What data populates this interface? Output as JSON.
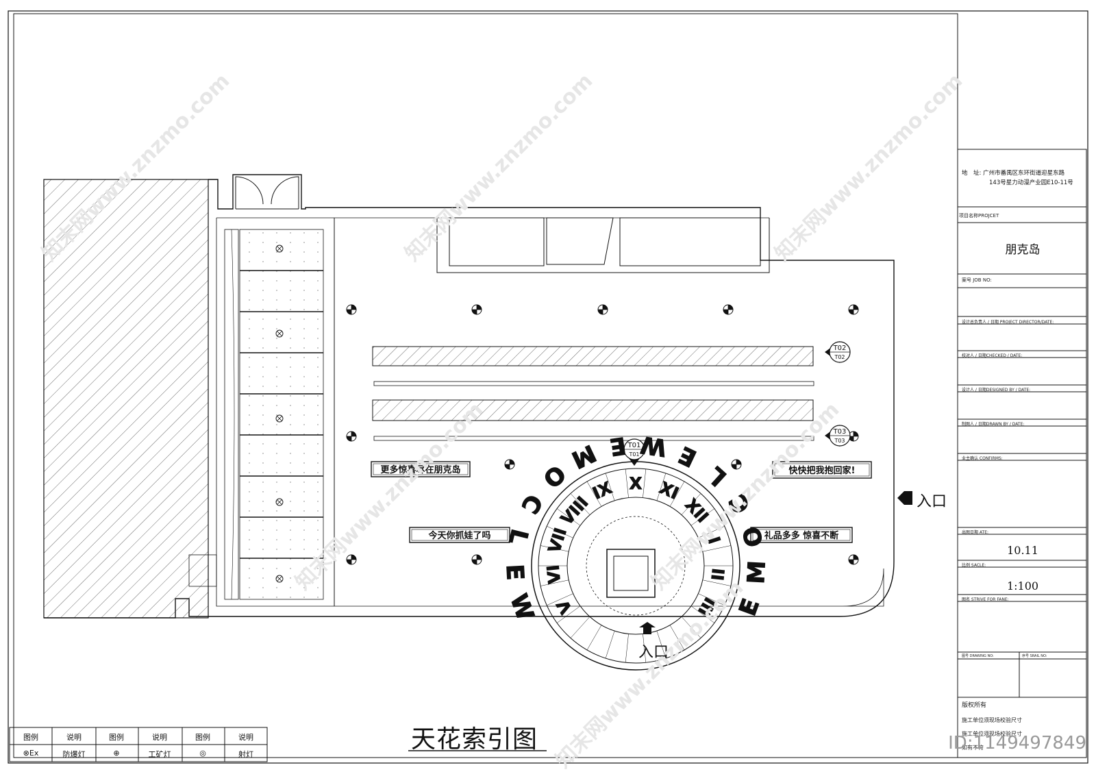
{
  "drawing": {
    "title": "天花索引图",
    "entrance_label": "入口"
  },
  "title_block": {
    "address_label": "地　址:",
    "address_line1": "广州市番禺区东环街道迎星东路",
    "address_line2": "143号星力动漫产业园E10-11号",
    "project_label": "项目名称PROJCET",
    "project_name": "朋克岛",
    "job_no_label": "案号 JOB NO:",
    "director_label": "设计总负责人 / 日期 PROJECT DIRECTOR/DATE:",
    "checked_label": "校对人 / 日期CHECKED / DATE:",
    "designed_label": "设计人 / 日期DESIGNED BY / DATE:",
    "drawn_label": "制图人 / 日期DRAWN BY / DATE:",
    "confirm_label": "业主确认 CONFIRMS:",
    "date_label": "出图日期 ATE:",
    "date_value": "10.11",
    "scale_label": "比例 SACLE:",
    "scale_value": "1:100",
    "drawing_name_label": "图名 STRIVE FOR FANE:",
    "drawing_no_label": "图号 DRAWING NO:",
    "serial_label": "序号 SRAIL NO:",
    "copyright_label": "版权所有",
    "note_line1": "施工单位须现场校验尺寸",
    "note_line2": "施工单位须现场校验尺寸",
    "note_line3": "如有不符"
  },
  "legend": {
    "headers": [
      "图例",
      "说明",
      "图例",
      "说明",
      "图例",
      "说明"
    ],
    "row": [
      {
        "symbol": "⊗Ex",
        "desc": "防爆灯"
      },
      {
        "symbol": "⊕",
        "desc": "工矿灯"
      },
      {
        "symbol": "◎",
        "desc": "射灯"
      }
    ]
  },
  "index_marks": [
    "T01",
    "T02",
    "T03"
  ],
  "signs": [
    "更多惊喜尽在朋克岛",
    "快快把我抱回家!",
    "今天你抓娃了吗",
    "礼品多多 惊喜不断"
  ],
  "clock": {
    "ring_text": "WELCOME WELCOME",
    "numerals": [
      "V",
      "VI",
      "VII",
      "VIII",
      "IX",
      "X",
      "XI",
      "XII",
      "I",
      "II",
      "III"
    ]
  },
  "watermark": {
    "text": "知末网www.znzmo.com",
    "id_text": "ID:1149497849"
  }
}
